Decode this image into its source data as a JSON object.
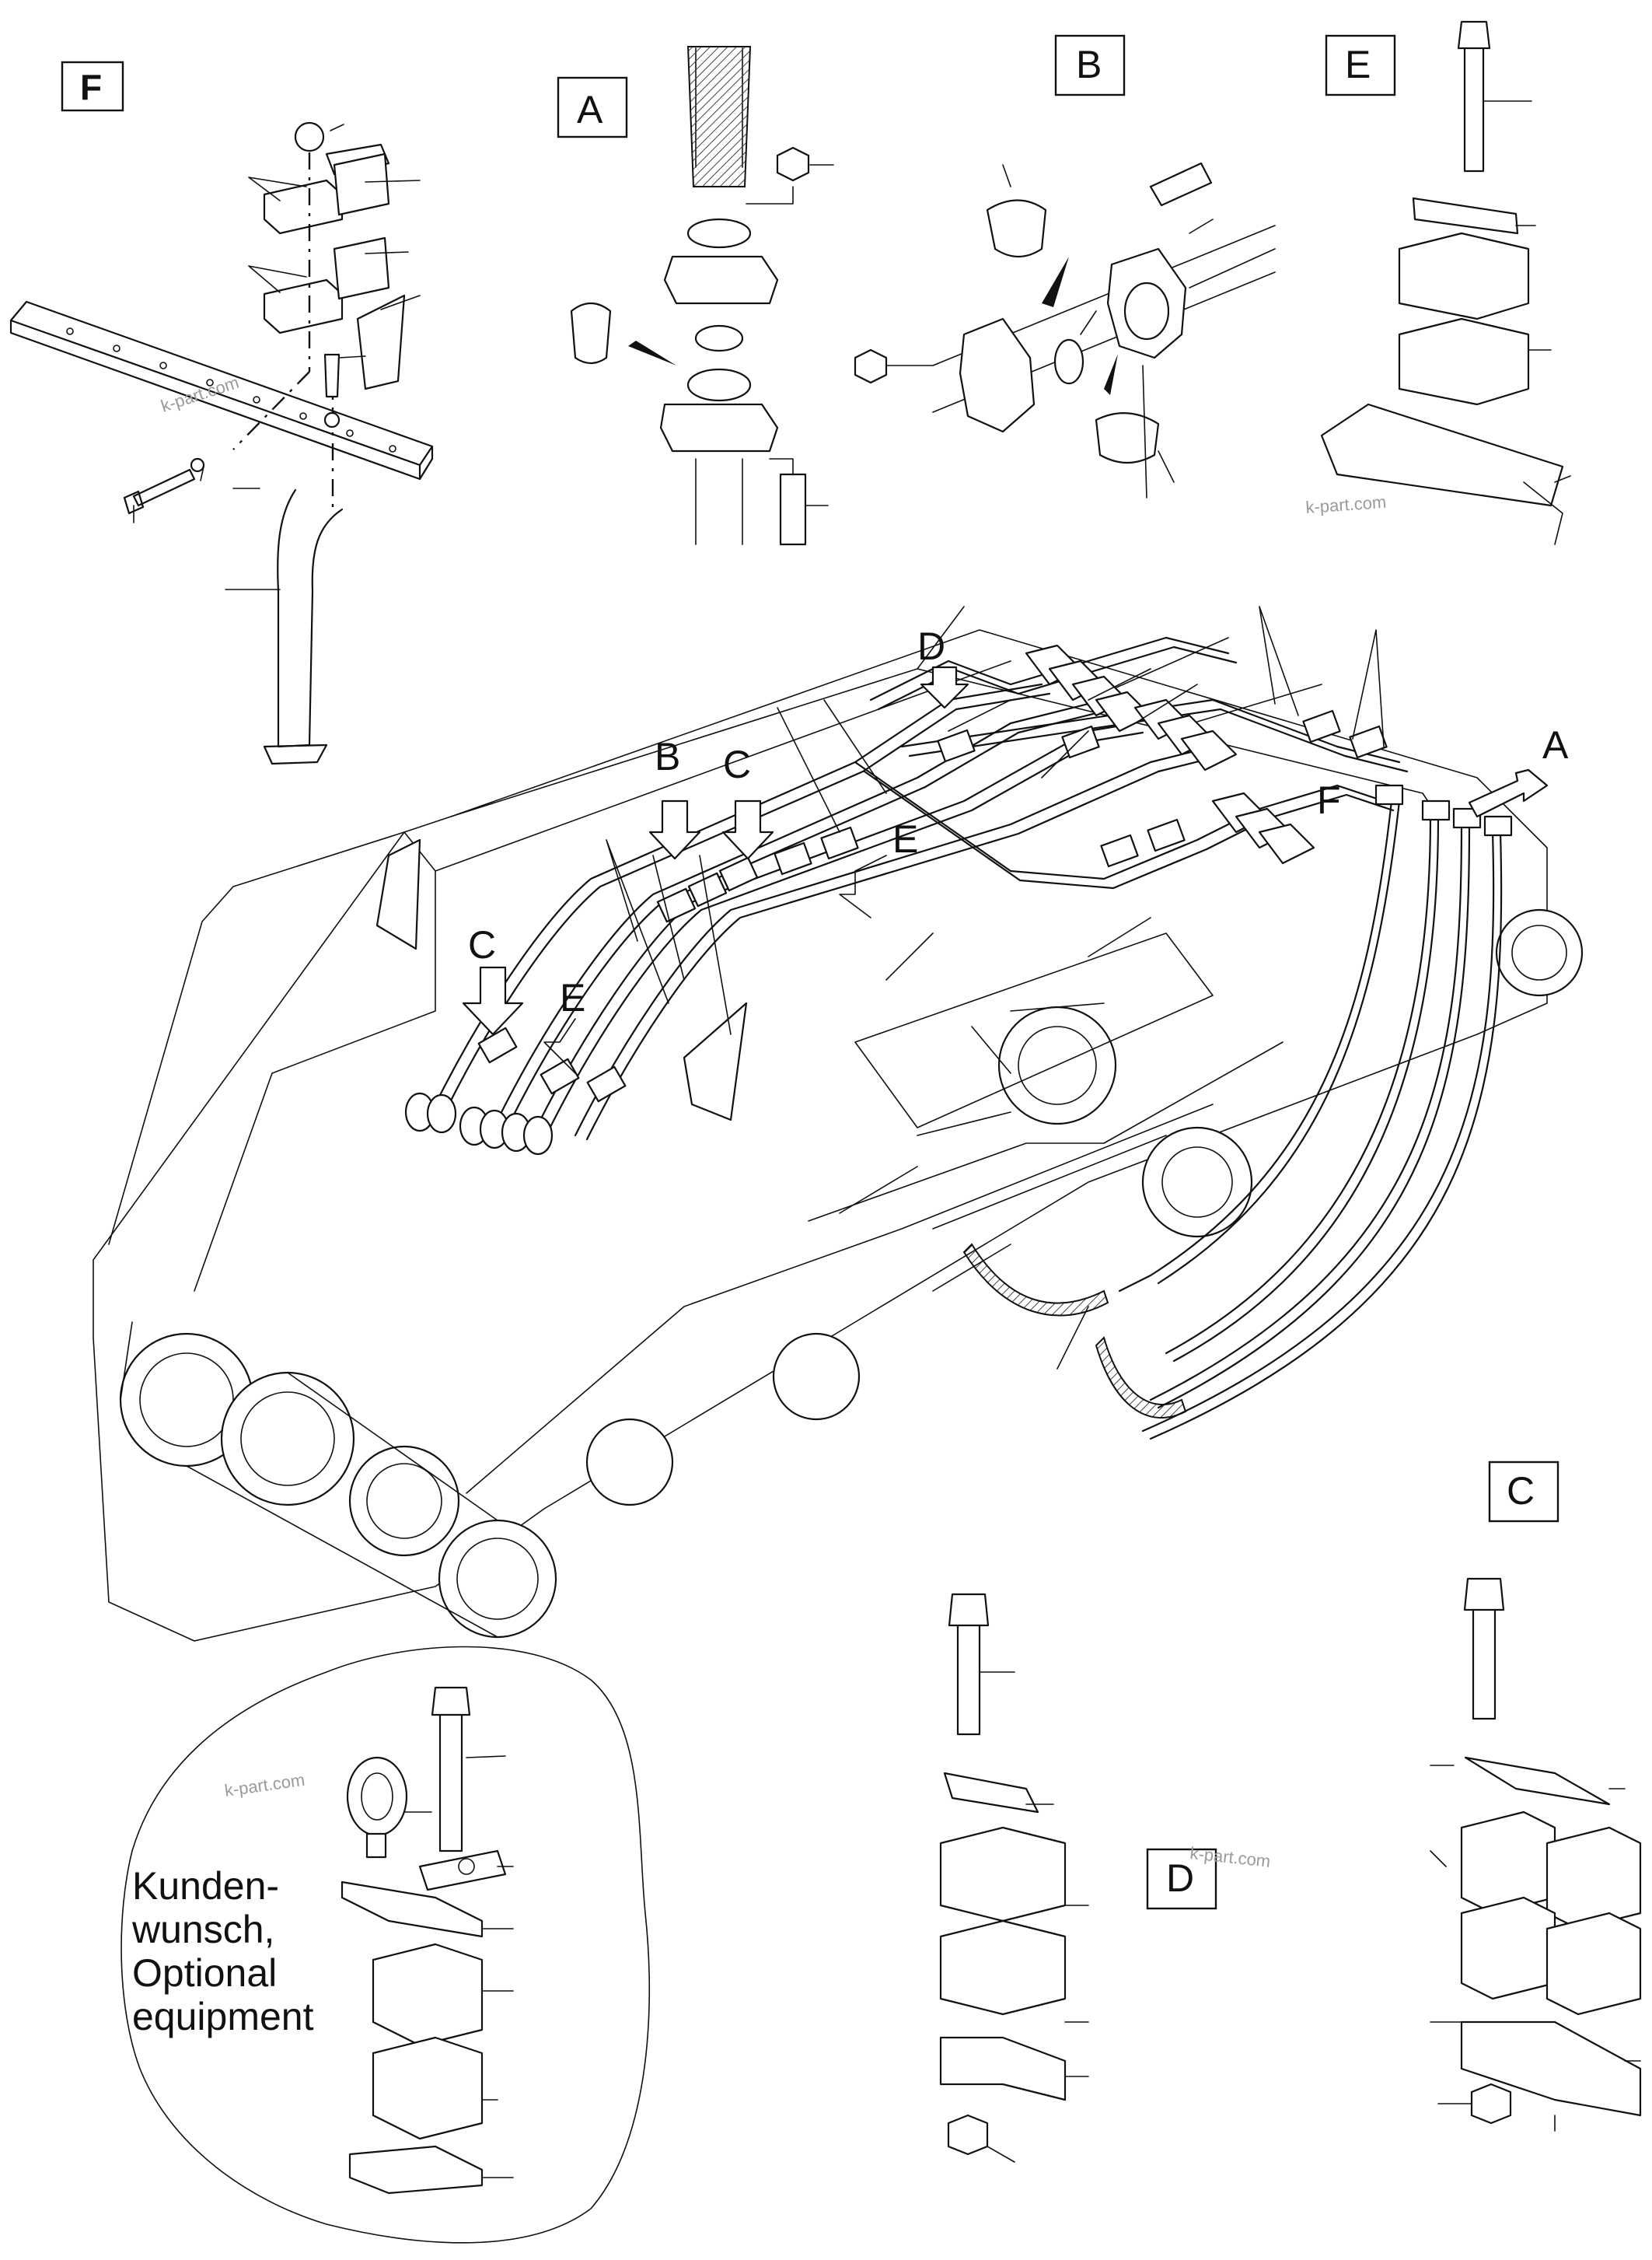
{
  "detail_labels": {
    "F": "F",
    "A": "A",
    "B": "B",
    "E": "E",
    "C": "C",
    "D": "D"
  },
  "callouts": {
    "D": "D",
    "B": "B",
    "C_top": "C",
    "C_left": "C",
    "E_mid": "E",
    "E_left": "E",
    "A": "A",
    "F": "F"
  },
  "watermark": "k-part.com",
  "optional_note": [
    "Kunden-",
    "wunsch,",
    "Optional",
    "equipment"
  ]
}
